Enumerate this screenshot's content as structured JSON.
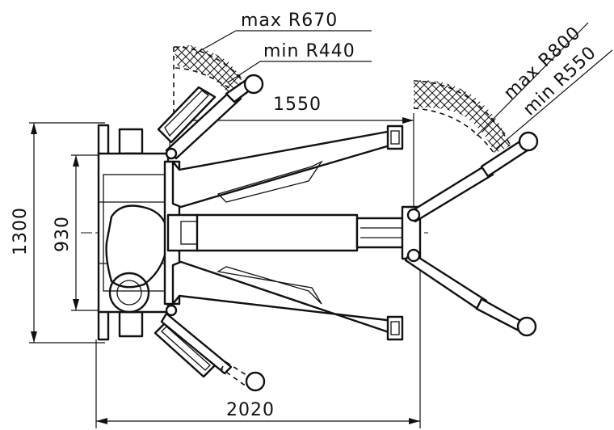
{
  "dimensions": {
    "arm_reach_top_max": "max R670",
    "arm_reach_top_min": "min R440",
    "arm_reach_right_max": "max R800",
    "arm_reach_right_min": "min R550",
    "inner_length": "1550",
    "overall_length": "2020",
    "overall_width": "1300",
    "inner_width": "930"
  }
}
